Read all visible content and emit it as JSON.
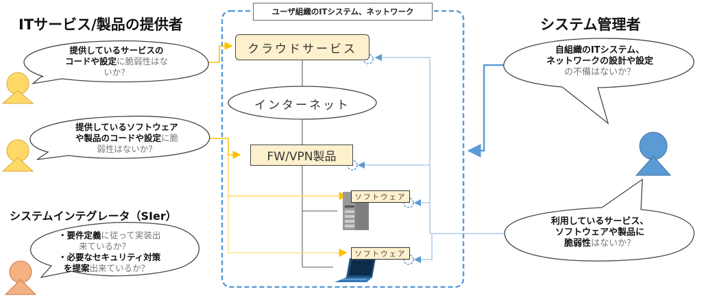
{
  "titles": {
    "providers": "ITサービス/製品の提供者",
    "integrator": "システムインテグレータ（SIer）",
    "admin": "システム管理者"
  },
  "group": {
    "label": "ユーザ組織のITシステム、ネットワーク"
  },
  "nodes": {
    "cloud": "クラウドサービス",
    "internet": "インターネット",
    "fw": "FW/VPN製品",
    "software_server": "ソフトウェア",
    "software_laptop": "ソフトウェア"
  },
  "bubbles": {
    "service_provider": {
      "bold1": "提供しているサービスの",
      "bold2": "コードや設定",
      "plain2": "に脆弱性はな",
      "plain3": "いか？"
    },
    "product_provider": {
      "bold1": "提供しているソフトウェア",
      "bold2": "や製品のコードや設定",
      "plain2": "に脆",
      "plain3": "弱性はないか？"
    },
    "integrator": {
      "bullet1_bold": "・要件定義",
      "bullet1_plain": "に従って実装出",
      "bullet1_line2": "来ているか？",
      "bullet2_bold": "・必要なセキュリティ対策",
      "bullet2_bold2": "を提案",
      "bullet2_plain": "出来ているか？"
    },
    "admin_design": {
      "bold1": "自組織のITシステム、",
      "bold2": "ネットワークの設計や設定",
      "plain3": "の不備はないか？"
    },
    "admin_vuln": {
      "bold1": "利用しているサービス、",
      "bold2": "ソフトウェアや製品に",
      "bold3": "脆弱性",
      "plain3": "はないか？"
    }
  },
  "colors": {
    "provider_person": "#ffd966",
    "integrator_person": "#f4b183",
    "admin_person": "#5b9bd5",
    "provider_line": "#ffc000",
    "admin_line": "#5b9bd5",
    "admin_line_light": "#9dc3e6",
    "node_fill": "#fdf0cc",
    "group_border": "#5b9bd5"
  }
}
